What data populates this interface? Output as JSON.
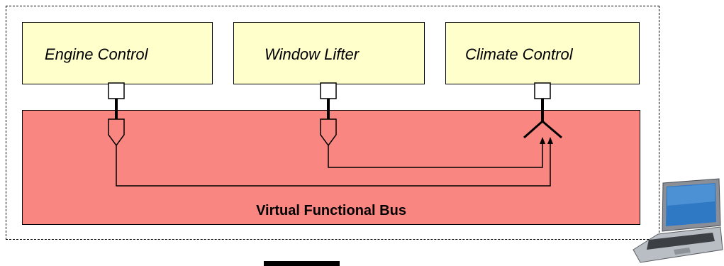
{
  "diagram": {
    "components": [
      {
        "label": "Engine Control"
      },
      {
        "label": "Window Lifter"
      },
      {
        "label": "Climate Control"
      }
    ],
    "bus": {
      "label": "Virtual Functional Bus"
    }
  },
  "colors": {
    "component_fill": "#ffffcc",
    "bus_fill": "#f98680",
    "frame_stroke": "#000000"
  },
  "icons": {
    "laptop": "laptop-icon",
    "sender_port": "sender-port-icon",
    "receiver_port": "receiver-port-icon"
  }
}
